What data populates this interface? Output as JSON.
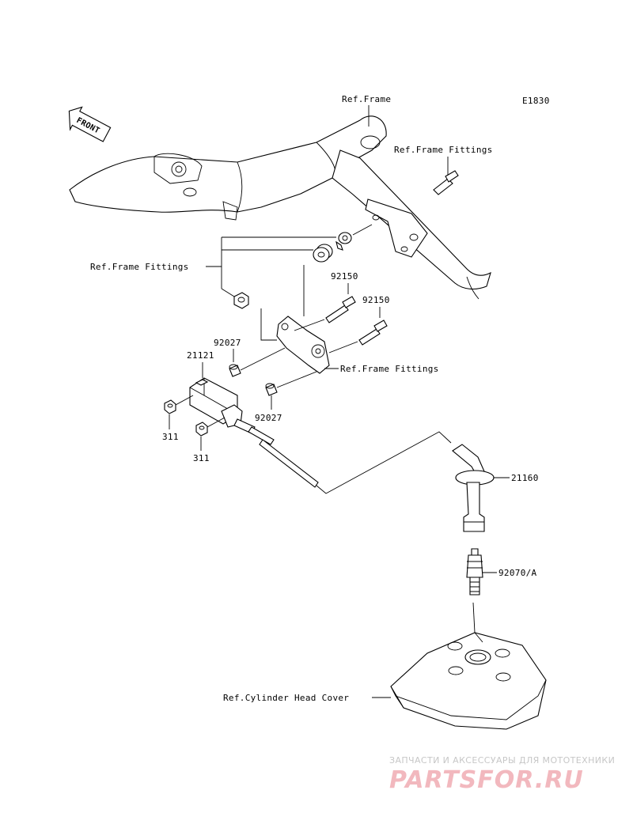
{
  "diagram": {
    "code": "E1830",
    "front_label": "FRONT",
    "labels": {
      "ref_frame": "Ref.Frame",
      "ref_frame_fittings_top": "Ref.Frame Fittings",
      "ref_frame_fittings_left": "Ref.Frame Fittings",
      "ref_frame_fittings_mid": "Ref.Frame Fittings",
      "part_92150_a": "92150",
      "part_92150_b": "92150",
      "part_92027_a": "92027",
      "part_92027_b": "92027",
      "part_21121": "21121",
      "part_311_a": "311",
      "part_311_b": "311",
      "part_21160": "21160",
      "part_92070": "92070/A",
      "ref_cylinder_head_cover": "Ref.Cylinder Head Cover"
    }
  },
  "watermark": {
    "tagline": "ЗАПЧАСТИ И АКСЕССУАРЫ ДЛЯ МОТОТЕХНИКИ",
    "brand": "PARTSFOR.RU"
  }
}
